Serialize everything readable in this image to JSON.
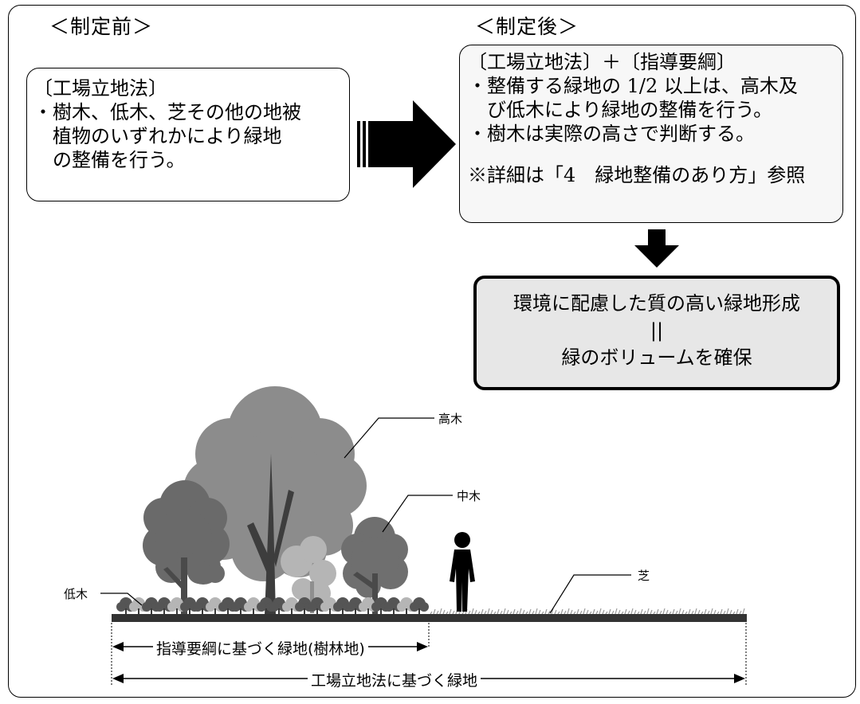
{
  "before": {
    "heading": "＜制定前＞",
    "box_lines": [
      "〔工場立地法〕",
      "・樹木、低木、芝その他の地被",
      "植物のいずれかにより緑地",
      "の整備を行う。"
    ]
  },
  "after": {
    "heading": "＜制定後＞",
    "box_lines": [
      "〔工場立地法〕＋〔指導要綱〕",
      "・整備する緑地の 1/2 以上は、高木及",
      "び低木により緑地の整備を行う。",
      "・樹木は実際の高さで判断する。",
      "※詳細は「4　緑地整備のあり方」参照"
    ]
  },
  "result": {
    "line1": "環境に配慮した質の高い緑地形成",
    "line2": "||",
    "line3": "緑のボリュームを確保"
  },
  "labels": {
    "tall_tree": "高木",
    "mid_tree": "中木",
    "low_tree": "低木",
    "turf": "芝"
  },
  "dimensions": {
    "guideline_green": "指導要綱に基づく緑地(樹林地)",
    "law_green": "工場立地法に基づく緑地"
  },
  "colors": {
    "tall_tree": "#8c8c8c",
    "mid_tree": "#6f6f6f",
    "low_tree": "#555555",
    "light_tree": "#b5b5b5",
    "ground": "#333333",
    "result_fill": "#e7e7e7"
  }
}
